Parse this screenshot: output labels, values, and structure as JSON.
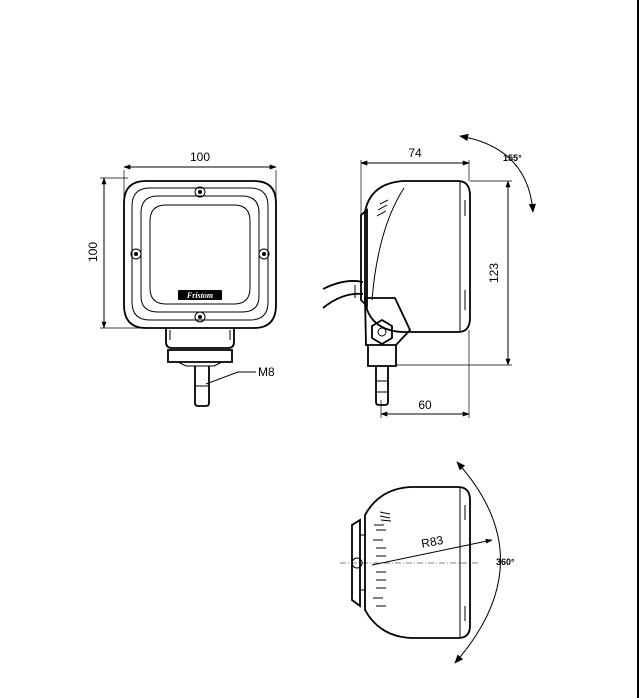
{
  "dimensions": {
    "front_width": "100",
    "front_height": "100",
    "side_depth": "74",
    "side_height": "123",
    "side_bracket": "60",
    "thread": "M8",
    "tilt_angle": "155°",
    "radius": "R83",
    "rotation_angle": "360°"
  },
  "logo_text": "Fristom",
  "colors": {
    "line": "#000000",
    "background": "#ffffff"
  }
}
